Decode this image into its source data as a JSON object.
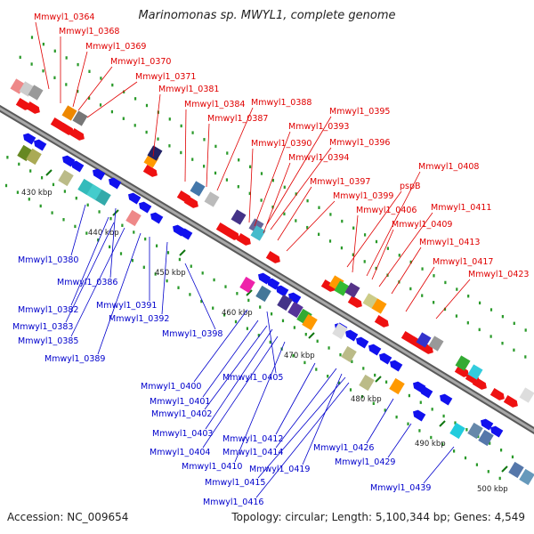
{
  "title": "Marinomonas sp. MWYL1, complete genome",
  "accession": "Accession: NC_009654",
  "summary": "Topology: circular; Length: 5,100,344 bp; Genes: 4,549",
  "colors": {
    "forward_label": "#e00000",
    "reverse_label": "#0000cc",
    "backbone": "#888888",
    "tick": "#118811"
  },
  "scale_labels": [
    "430 kbp",
    "440 kbp",
    "450 kbp",
    "460 kbp",
    "470 kbp",
    "480 kbp",
    "490 kbp",
    "500 kbp"
  ],
  "forward_genes": [
    "Mmwyl1_0364",
    "Mmwyl1_0368",
    "Mmwyl1_0369",
    "Mmwyl1_0370",
    "Mmwyl1_0371",
    "Mmwyl1_0381",
    "Mmwyl1_0384",
    "Mmwyl1_0387",
    "Mmwyl1_0388",
    "Mmwyl1_0390",
    "Mmwyl1_0393",
    "Mmwyl1_0394",
    "Mmwyl1_0395",
    "Mmwyl1_0396",
    "Mmwyl1_0397",
    "Mmwyl1_0399",
    "pspB",
    "Mmwyl1_0406",
    "Mmwyl1_0408",
    "Mmwyl1_0409",
    "Mmwyl1_0411",
    "Mmwyl1_0413",
    "Mmwyl1_0417",
    "Mmwyl1_0423"
  ],
  "reverse_genes": [
    "Mmwyl1_0380",
    "Mmwyl1_0386",
    "Mmwyl1_0382",
    "Mmwyl1_0383",
    "Mmwyl1_0385",
    "Mmwyl1_0389",
    "Mmwyl1_0391",
    "Mmwyl1_0392",
    "Mmwyl1_0398",
    "Mmwyl1_0400",
    "Mmwyl1_0405",
    "Mmwyl1_0401",
    "Mmwyl1_0402",
    "Mmwyl1_0403",
    "Mmwyl1_0404",
    "Mmwyl1_0410",
    "Mmwyl1_0412",
    "Mmwyl1_0414",
    "Mmwyl1_0419",
    "Mmwyl1_0415",
    "Mmwyl1_0416",
    "Mmwyl1_0426",
    "Mmwyl1_0429",
    "Mmwyl1_0439"
  ]
}
